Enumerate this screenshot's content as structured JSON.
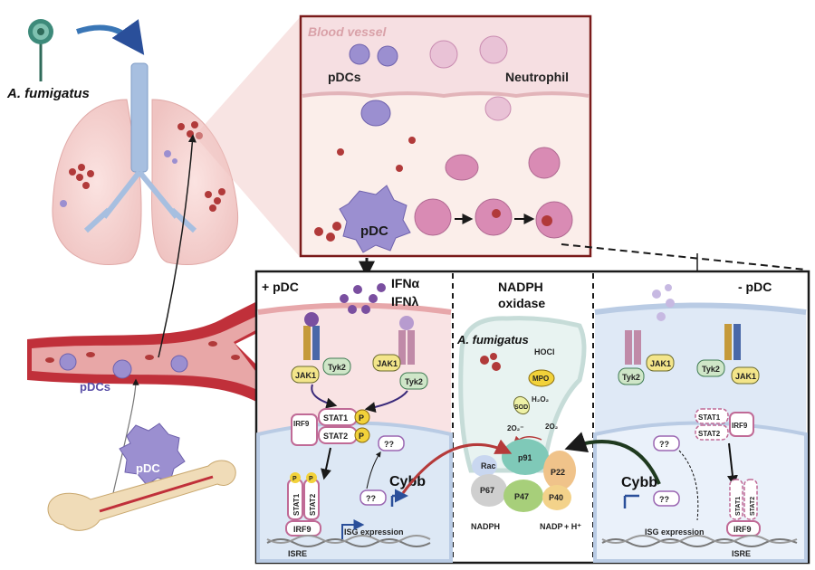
{
  "labels": {
    "a_fumigatus_left": "A. fumigatus",
    "blood_vessel": "Blood vessel",
    "pdcs_vessel": "pDCs",
    "neutrophil": "Neutrophil",
    "pdc_inset": "pDC",
    "pdcs_blood": "pDCs",
    "pdc_bone": "pDC",
    "plus_pdc": "+ pDC",
    "minus_pdc": "- pDC",
    "ifna": "IFNα",
    "ifnl": "IFNλ",
    "nadph_oxidase_1": "NADPH",
    "nadph_oxidase_2": "oxidase",
    "a_fumigatus_center": "A. fumigatus",
    "hocl": "HOCl",
    "mpo": "MPO",
    "h2o2": "H₂O₂",
    "sod": "SOD",
    "o2_radical": "2O₂⁻",
    "o2": "2O₂",
    "rac": "Rac",
    "p91": "p91",
    "p22": "P22",
    "p67": "P67",
    "p47": "P47",
    "p40": "P40",
    "nadph": "NADPH",
    "nadp": "NADP",
    "hplus": "+ H⁺",
    "jak1_l": "JAK1",
    "tyk2_l": "Tyk2",
    "jak1_l2": "JAK1",
    "tyk2_l2": "Tyk2",
    "stat1_l": "STAT1",
    "stat2_l": "STAT2",
    "irf9_l": "IRF9",
    "p_a": "P",
    "p_b": "P",
    "p_c": "P",
    "p_d": "P",
    "unknown_1": "??",
    "unknown_2": "??",
    "cybb_l": "Cybb",
    "stat1_n": "STAT1",
    "stat2_n": "STAT2",
    "irf9_n": "IRF9",
    "isre_l": "ISRE",
    "isg_l": "ISG expression",
    "tyk2_r": "Tyk2",
    "jak1_r": "JAK1",
    "tyk2_r2": "Tyk2",
    "jak1_r2": "JAK1",
    "stat1_r": "STAT1",
    "stat2_r": "STAT2",
    "irf9_r": "IRF9",
    "unknown_3": "??",
    "unknown_4": "??",
    "cybb_r": "Cybb",
    "isg_r": "ISG expression",
    "stat1_rn": "STAT1",
    "stat2_rn": "STAT2",
    "irf9_rn": "IRF9",
    "isre_r": "ISRE"
  },
  "colors": {
    "pdc_purple": "#9b8fd0",
    "ifn_purple": "#7a4fa0",
    "neutrophil_pink": "#d98bb4",
    "vessel_red": "#c0303a",
    "lung_pink": "#f2c9c9",
    "stat_pink": "#c06a96",
    "jak_yellow": "#f3e58a",
    "tyk_green": "#cfe6c8",
    "p_yellow": "#f2d23a",
    "panel_border": "#1a1a1a",
    "inset_border": "#7a1a1a"
  }
}
